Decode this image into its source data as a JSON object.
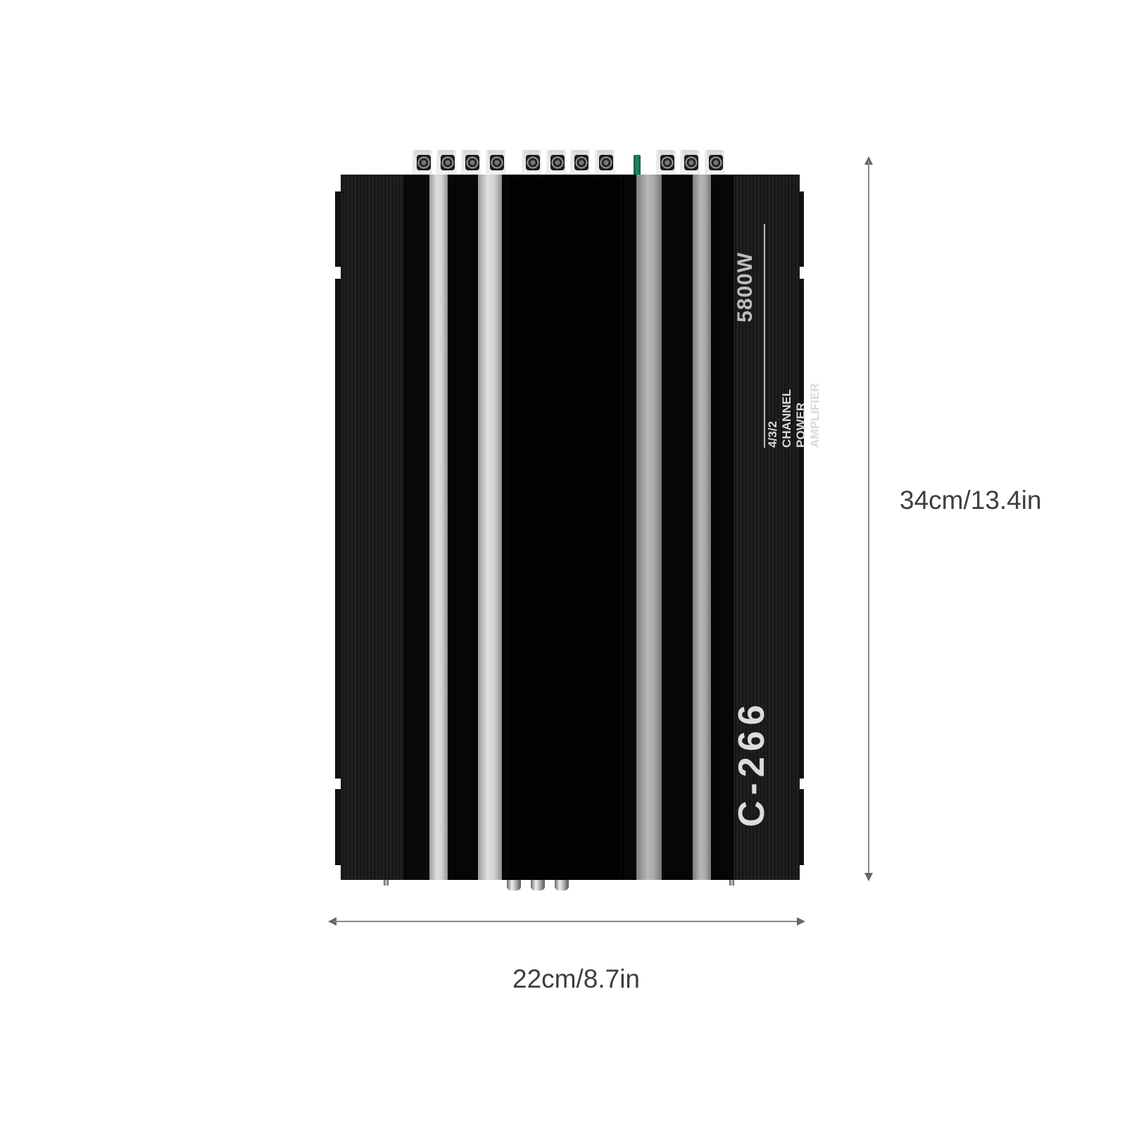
{
  "product": {
    "type": "car power amplifier",
    "power_label": "5800W",
    "channel_label": "4/3/2 CHANNEL POWER AMPLIFIER",
    "model_label": "C-266",
    "terminal_groups": [
      4,
      4,
      3
    ],
    "rca_inputs": 3,
    "colors": {
      "body": "#060606",
      "stripe": "#d4d4d4",
      "label_text": "#d9d9d9",
      "indicator": "#1a8c68"
    }
  },
  "dimensions": {
    "height_label": "34cm/13.4in",
    "width_label": "22cm/8.7in",
    "arrow_color": "#888888",
    "text_color": "#3e3e3e"
  }
}
